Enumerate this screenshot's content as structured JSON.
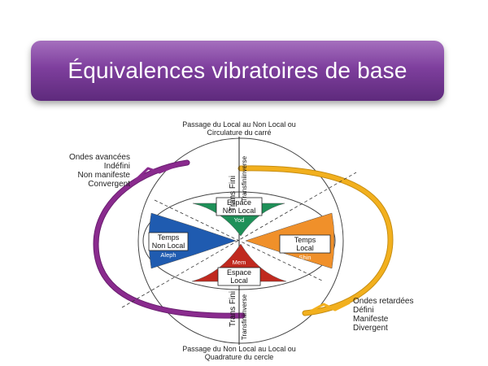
{
  "title": "Équivalences vibratoires de base",
  "labels": {
    "top_line1": "Passage du Local au Non Local ou",
    "top_line2": "Circulature du carré",
    "bottom_line1": "Passage du Non Local au Local ou",
    "bottom_line2": "Quadrature du cercle",
    "left_line1": "Ondes avancées",
    "left_line2": "Indéfini",
    "left_line3": "Non manifeste",
    "left_line4": "Convergent",
    "right_line1": "Ondes retardées",
    "right_line2": "Défini",
    "right_line3": "Manifeste",
    "right_line4": "Divergent",
    "trans_fini": "Trans Fini",
    "transfini_inverse": "Transfiniinverse"
  },
  "quadrants": {
    "top": {
      "line1": "Espace",
      "line2": "Non Local",
      "symbol": "Yod",
      "color": "#1e9058"
    },
    "left": {
      "line1": "Temps",
      "line2": "Non Local",
      "symbol": "Aleph",
      "color": "#1f5bb0"
    },
    "right": {
      "line1": "Temps",
      "line2": "Local",
      "symbol": "Shin",
      "color": "#f0902a"
    },
    "bottom": {
      "line1": "Espace",
      "line2": "Local",
      "symbol": "Mem",
      "color": "#c0291f"
    }
  },
  "colors": {
    "banner": "#7e3f9d",
    "arrow_purple": "#8a2b8e",
    "arrow_yellow": "#f2b01e"
  }
}
